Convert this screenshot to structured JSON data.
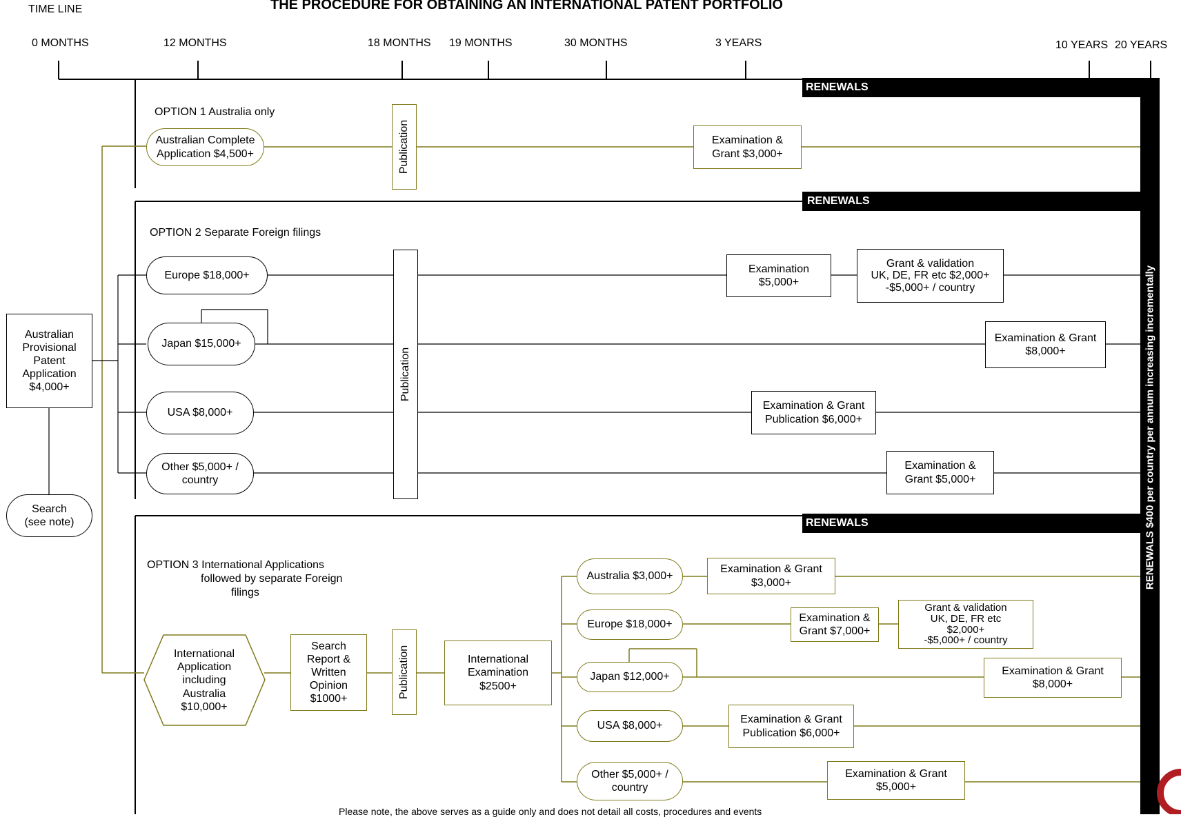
{
  "title": "THE PROCEDURE FOR OBTAINING AN INTERNATIONAL PATENT PORTFOLIO",
  "timeline": {
    "label": "TIME LINE",
    "ticks": [
      "0 MONTHS",
      "12 MONTHS",
      "18 MONTHS",
      "19 MONTHS",
      "30 MONTHS",
      "3 YEARS",
      "10 YEARS",
      "20 YEARS"
    ]
  },
  "renewals": {
    "label": "RENEWALS",
    "vertical": "RENEWALS $400 per country per annum increasing incrementally"
  },
  "start": {
    "provisional": [
      "Australian",
      "Provisional",
      "Patent",
      "Application",
      "$4,000+"
    ],
    "search": [
      "Search",
      "(see note)"
    ]
  },
  "publication_label": "Publication",
  "option1": {
    "title": "OPTION 1 Australia only",
    "application": [
      "Australian Complete",
      "Application $4,500+"
    ],
    "exam": [
      "Examination &",
      "Grant $3,000+"
    ]
  },
  "option2": {
    "title": "OPTION 2 Separate Foreign filings",
    "europe": "Europe $18,000+",
    "japan": "Japan $15,000+",
    "usa": "USA $8,000+",
    "other": [
      "Other $5,000+ /",
      "country"
    ],
    "europe_exam": [
      "Examination",
      "$5,000+"
    ],
    "europe_grant": [
      "Grant & validation",
      "UK, DE, FR etc $2,000+",
      "-$5,000+ / country"
    ],
    "japan_exam": [
      "Examination & Grant",
      "$8,000+"
    ],
    "usa_exam": [
      "Examination & Grant",
      "Publication $6,000+"
    ],
    "other_exam": [
      "Examination &",
      "Grant $5,000+"
    ]
  },
  "option3": {
    "title": [
      "OPTION 3  International Applications",
      "followed by separate Foreign",
      "filings"
    ],
    "international": [
      "International",
      "Application",
      "including",
      "Australia",
      "$10,000+"
    ],
    "search_report": [
      "Search",
      "Report  &",
      "Written",
      "Opinion",
      "$1000+"
    ],
    "intl_exam": [
      "International",
      "Examination",
      "$2500+"
    ],
    "australia": "Australia $3,000+",
    "europe": "Europe $18,000+",
    "japan": "Japan $12,000+",
    "usa": "USA $8,000+",
    "other": [
      "Other $5,000+ /",
      "country"
    ],
    "australia_exam": [
      "Examination & Grant",
      "$3,000+"
    ],
    "europe_exam": [
      "Examination &",
      "Grant $7,000+"
    ],
    "europe_grant": [
      "Grant & validation",
      "UK, DE, FR etc",
      "$2,000+",
      "-$5,000+ / country"
    ],
    "japan_exam": [
      "Examination & Grant",
      "$8,000+"
    ],
    "usa_exam": [
      "Examination & Grant",
      "Publication $6,000+"
    ],
    "other_exam": [
      "Examination & Grant",
      "$5,000+"
    ]
  },
  "footnote": "Please note, the above serves as a guide only and does not detail all costs, procedures and events",
  "colors": {
    "olive": "#7f7a1a",
    "black": "#000000",
    "logo": "#b01e23"
  }
}
